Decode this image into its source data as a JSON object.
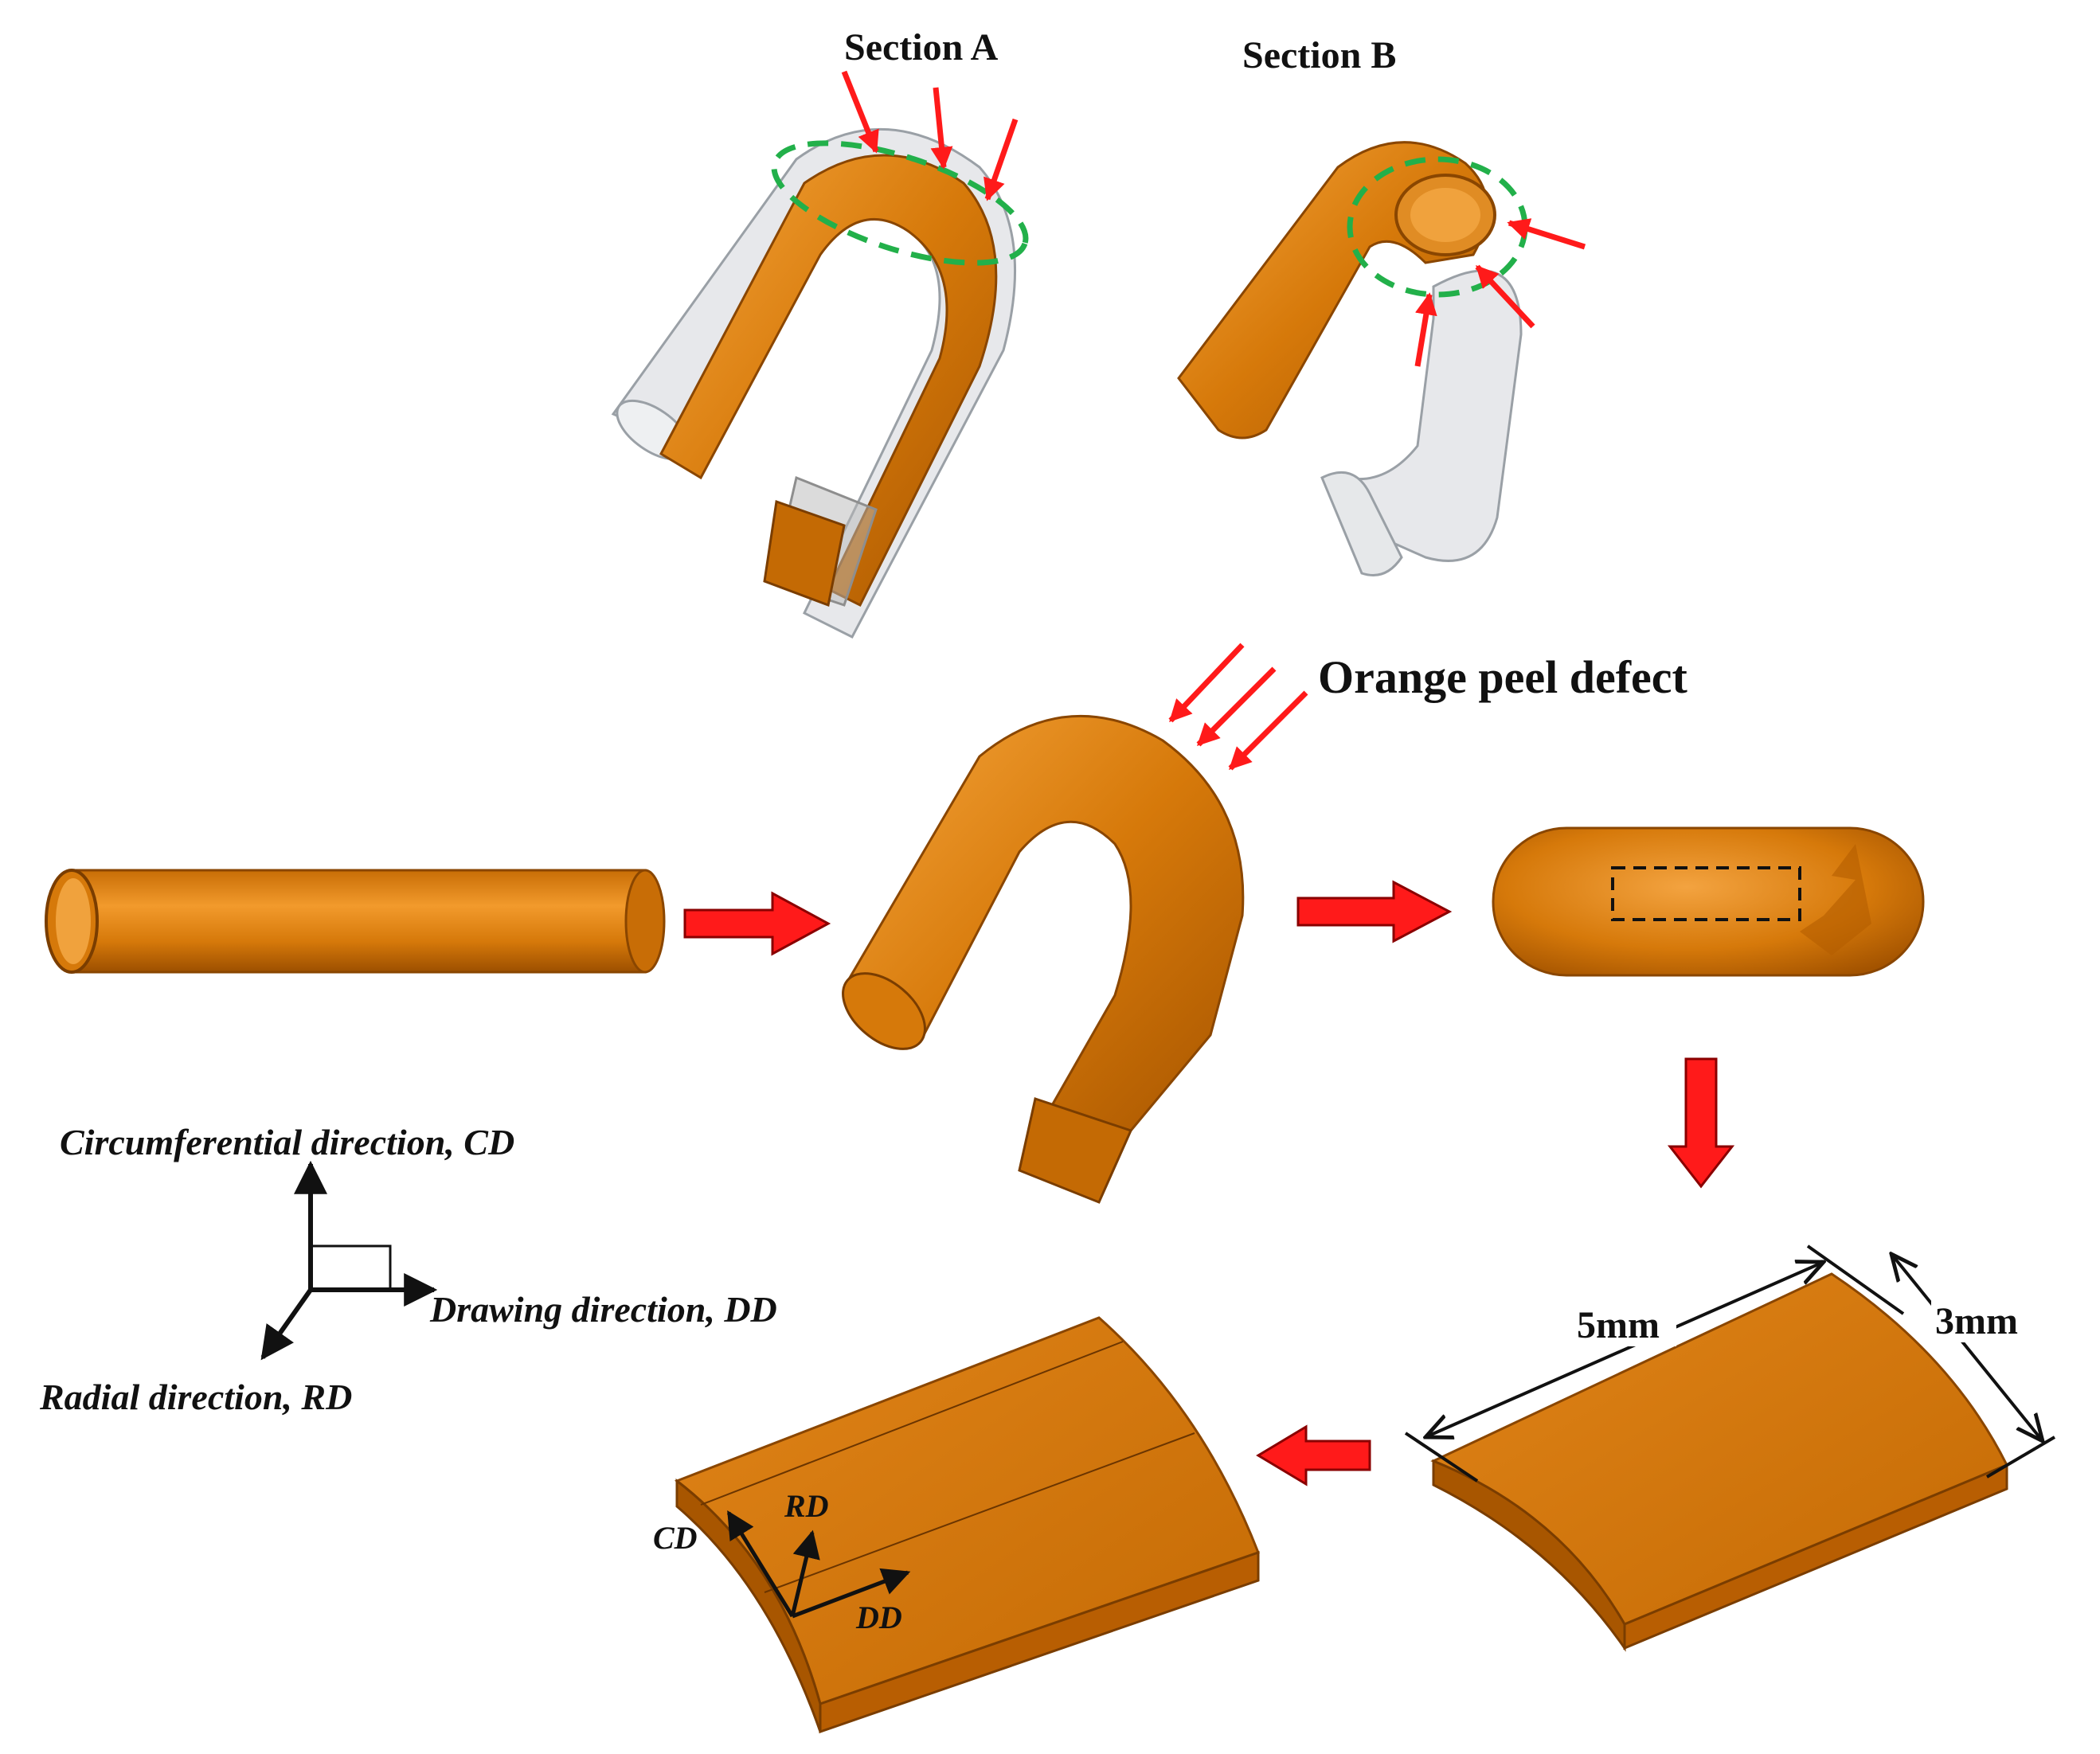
{
  "labels": {
    "section_a": "Section  A",
    "section_b": "Section  B",
    "orange_peel": "Orange peel defect",
    "axis_cd": "Circumferential direction, CD",
    "axis_dd": "Drawing direction, DD",
    "axis_rd": "Radial direction, RD",
    "dim_length": "5mm",
    "dim_width": "3mm",
    "sample_rd": "RD",
    "sample_cd": "CD",
    "sample_dd": "DD"
  },
  "colors": {
    "copper": "#d6790a",
    "copper_light": "#f29a2c",
    "copper_dark": "#9c4f00",
    "arrow_red": "#ff1a1a",
    "dash_green": "#22b04a",
    "ghost_tube": "#c9cdd2"
  }
}
